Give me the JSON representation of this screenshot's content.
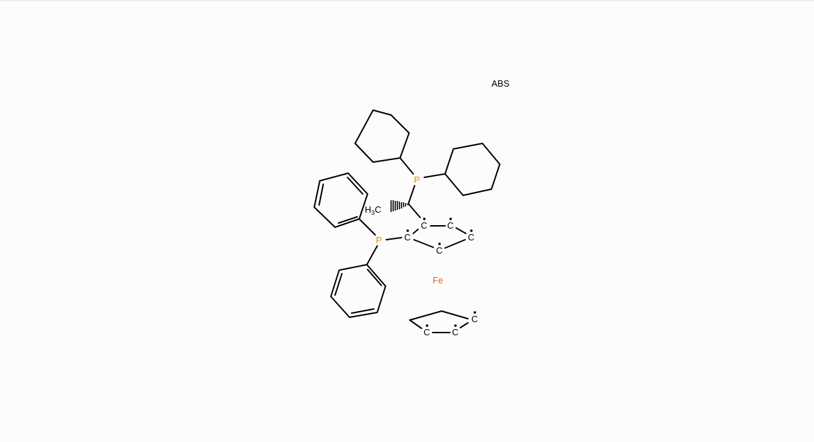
{
  "stereo_label": "ABS",
  "atoms": {
    "p_upper": "P",
    "p_lower": "P",
    "iron": "Fe",
    "methyl_h": "H",
    "methyl_sub": "3",
    "methyl_c": "C",
    "carbon": "C"
  },
  "colors": {
    "phosphorus": "#e68a00",
    "iron": "#d2691e",
    "bond": "#000000",
    "background": "#fcfcfc"
  }
}
